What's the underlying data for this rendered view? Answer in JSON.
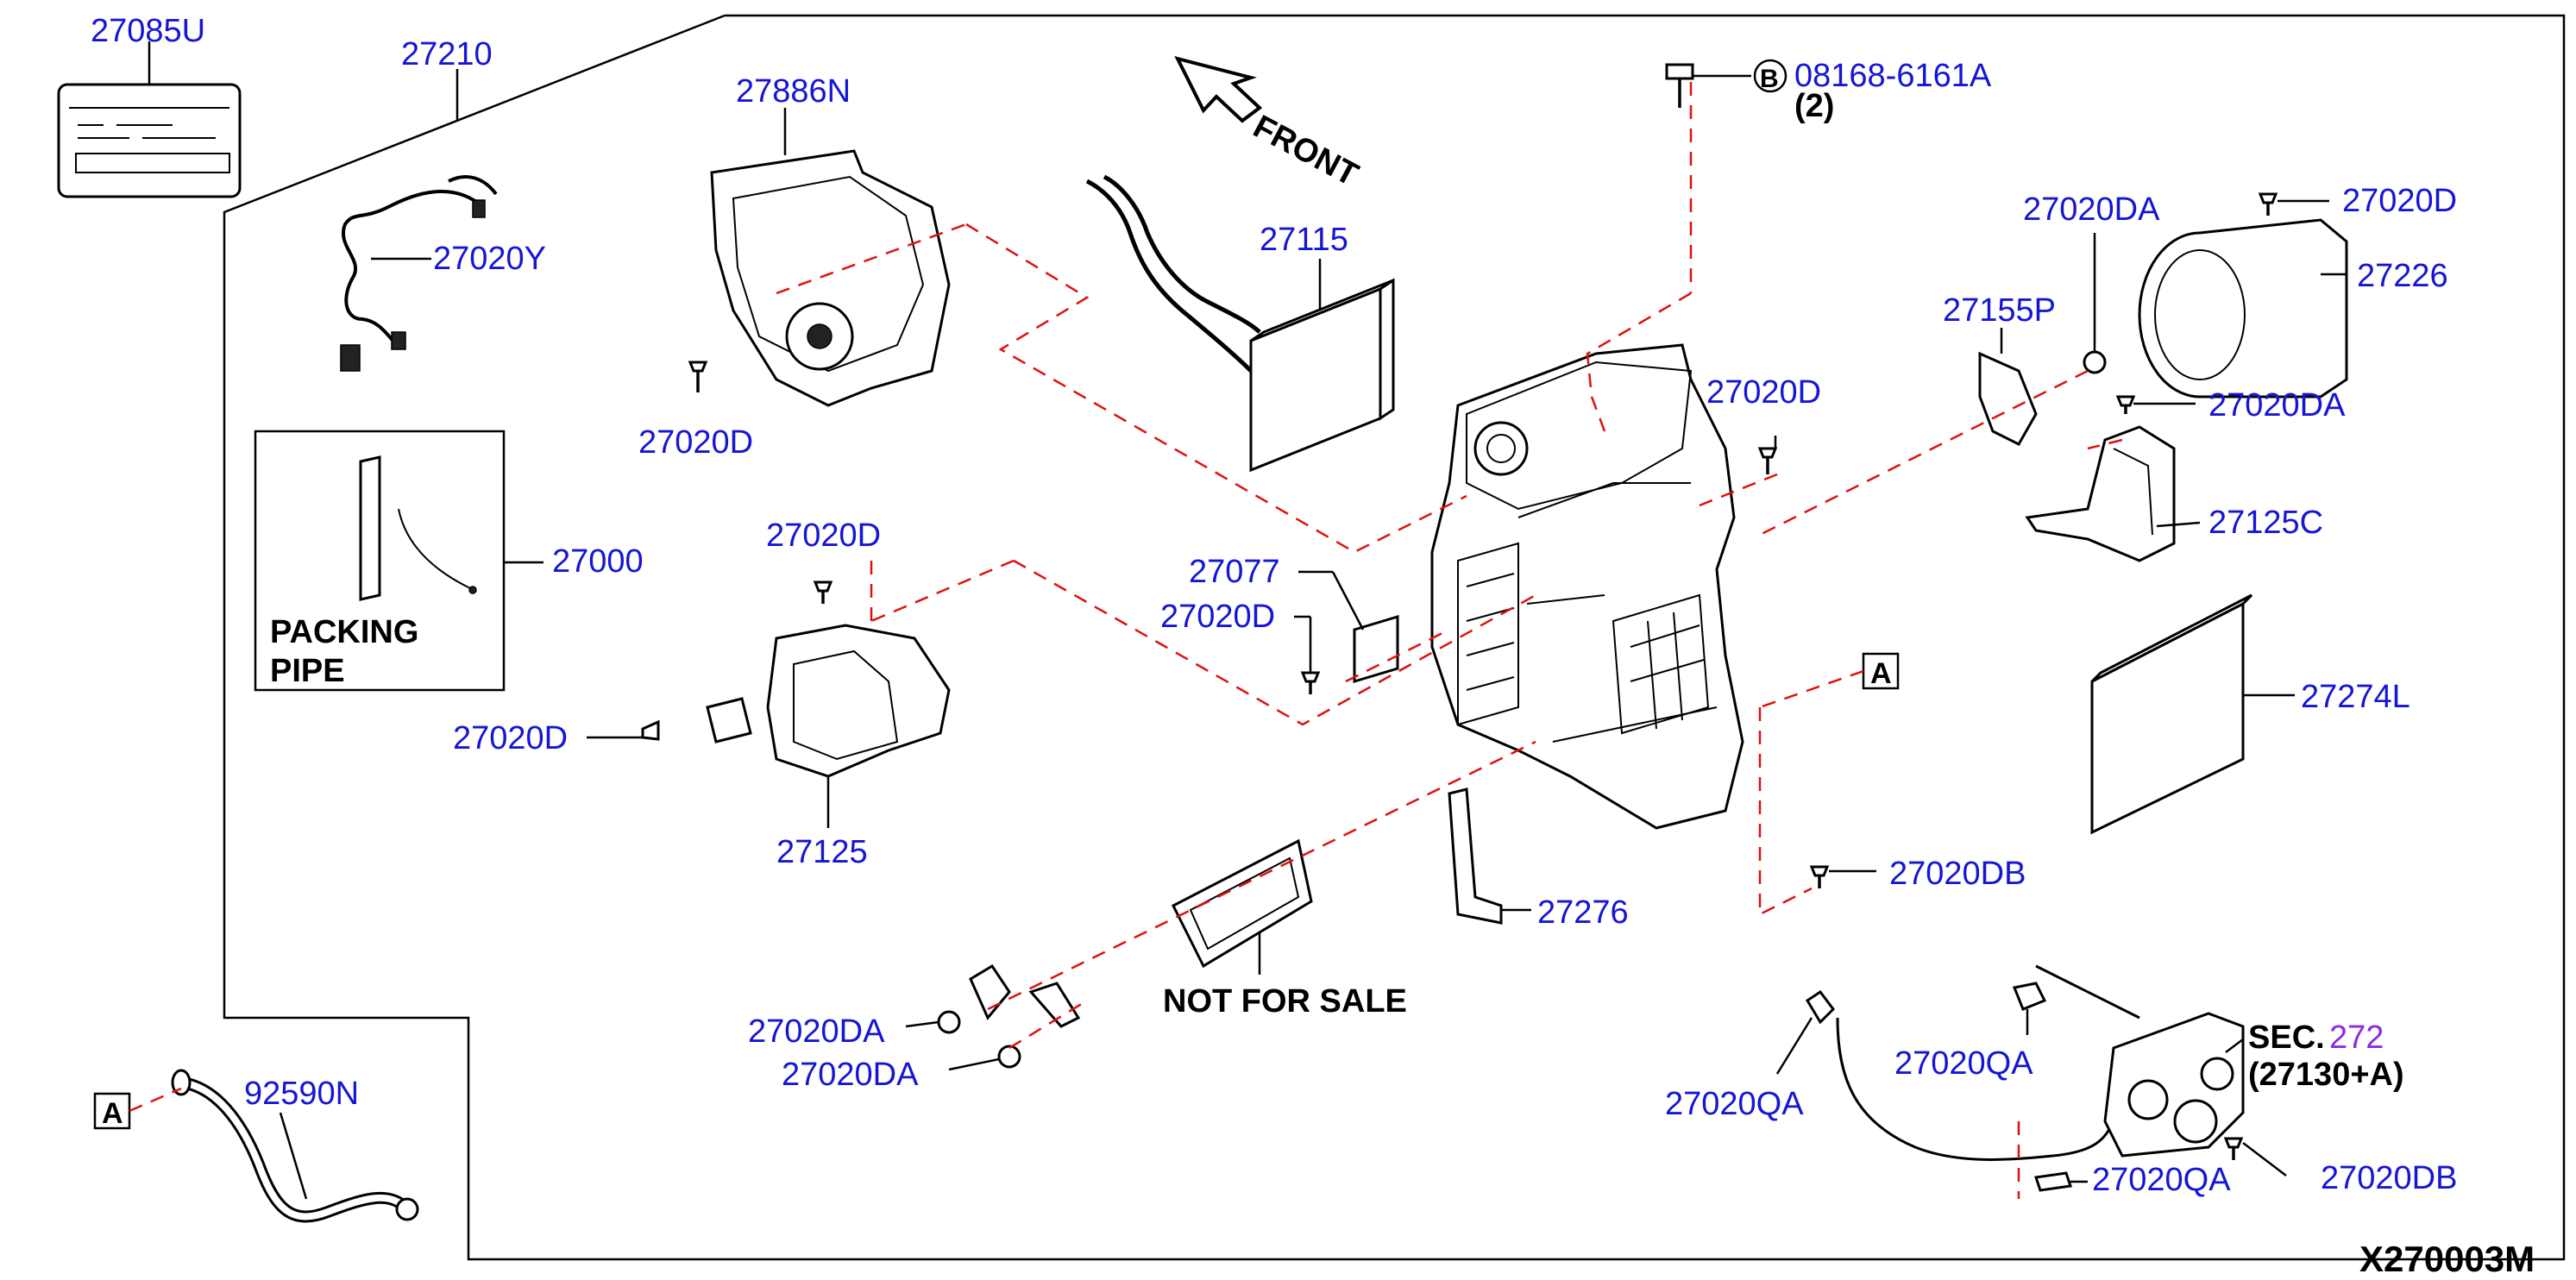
{
  "diagram_id": "X270003M",
  "front_label": "FRONT",
  "parts": {
    "p27085U": "27085U",
    "p27210": "27210",
    "p27020Y": "27020Y",
    "p27886N": "27886N",
    "p27020D_top": "27020D",
    "p27115": "27115",
    "p08168": "08168-6161A",
    "p08168_qty": "(2)",
    "p27020D_center": "27020D",
    "p27020DA_top": "27020DA",
    "p27020D_topright": "27020D",
    "p27226": "27226",
    "p27155P": "27155P",
    "p27020DA_right": "27020DA",
    "p27125C": "27125C",
    "p27000": "27000",
    "p27020D_left": "27020D",
    "p27077": "27077",
    "p27020D_mid": "27020D",
    "p27020D_lower": "27020D",
    "p27125": "27125",
    "p27274L": "27274L",
    "p27020DB_mid": "27020DB",
    "p27276": "27276",
    "p27020DA_bl1": "27020DA",
    "p27020DA_bl2": "27020DA",
    "p92590N": "92590N",
    "p27020QA_1": "27020QA",
    "p27020QA_2": "27020QA",
    "p27020QA_3": "27020QA",
    "p27020DB_br": "27020DB",
    "sec_prefix": "SEC.",
    "sec_num": "272",
    "sec_ref": "(27130+A)"
  },
  "notes": {
    "packing": "PACKING",
    "pipe": "PIPE",
    "not_for_sale": "NOT FOR SALE"
  },
  "markers": {
    "a": "A",
    "b": "B"
  },
  "colors": {
    "label": "#1515d6",
    "leader_dash": "#e01010",
    "outline": "#000000",
    "section_number": "#8a2be2"
  }
}
